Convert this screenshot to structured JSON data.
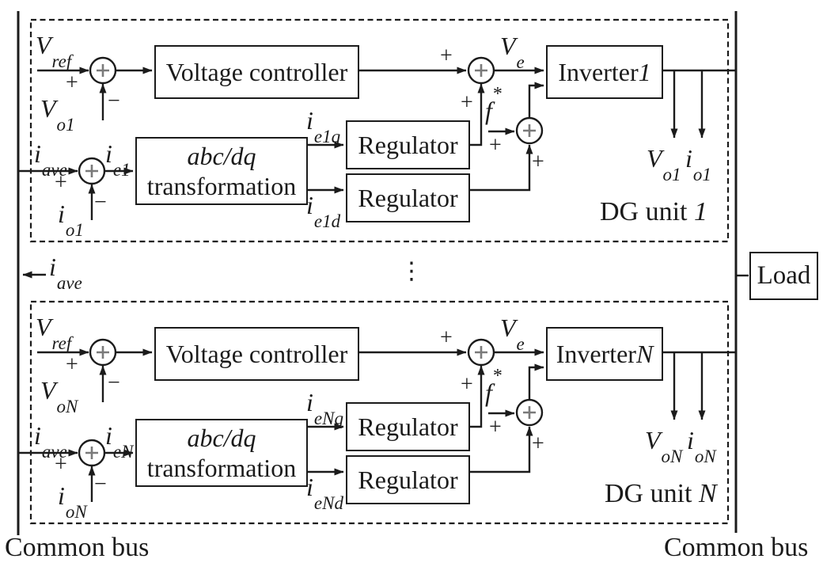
{
  "ops": {
    "plus": "+",
    "minus": "−"
  },
  "ellipsis": "⋮",
  "bus": {
    "left_label": "Common bus",
    "right_label": "Common bus"
  },
  "load": {
    "label": "Load"
  },
  "i_ave_mid": {
    "base": "i",
    "sub": "ave"
  },
  "units": [
    {
      "dg_prefix": "DG unit ",
      "dg_suffix": "1",
      "blocks": {
        "voltage_controller": "Voltage controller",
        "transform_line1": "abc/dq",
        "transform_line2": "transformation",
        "regulator_q": "Regulator",
        "regulator_d": "Regulator",
        "inverter_prefix": "Inverter ",
        "inverter_suffix": "1"
      },
      "signals": {
        "v_ref": {
          "base": "V",
          "sub": "ref"
        },
        "v_o": {
          "base": "V",
          "sub": "o1"
        },
        "i_ave": {
          "base": "i",
          "sub": "ave"
        },
        "i_o": {
          "base": "i",
          "sub": "o1"
        },
        "i_e": {
          "base": "i",
          "sub": "e1"
        },
        "i_eq": {
          "base": "i",
          "sub": "e1q"
        },
        "i_ed": {
          "base": "i",
          "sub": "e1d"
        },
        "v_e": {
          "base": "V",
          "sub": "e"
        },
        "f_star": {
          "base": "f",
          "sup": "*"
        },
        "out_v": {
          "base": "V",
          "sub": "o1"
        },
        "out_i": {
          "base": "i",
          "sub": "o1"
        }
      }
    },
    {
      "dg_prefix": "DG unit ",
      "dg_suffix": "N",
      "blocks": {
        "voltage_controller": "Voltage controller",
        "transform_line1": "abc/dq",
        "transform_line2": "transformation",
        "regulator_q": "Regulator",
        "regulator_d": "Regulator",
        "inverter_prefix": "Inverter ",
        "inverter_suffix": "N"
      },
      "signals": {
        "v_ref": {
          "base": "V",
          "sub": "ref"
        },
        "v_o": {
          "base": "V",
          "sub": "oN"
        },
        "i_ave": {
          "base": "i",
          "sub": "ave"
        },
        "i_o": {
          "base": "i",
          "sub": "oN"
        },
        "i_e": {
          "base": "i",
          "sub": "eN"
        },
        "i_eq": {
          "base": "i",
          "sub": "eNq"
        },
        "i_ed": {
          "base": "i",
          "sub": "eNd"
        },
        "v_e": {
          "base": "V",
          "sub": "e"
        },
        "f_star": {
          "base": "f",
          "sup": "*"
        },
        "out_v": {
          "base": "V",
          "sub": "oN"
        },
        "out_i": {
          "base": "i",
          "sub": "oN"
        }
      }
    }
  ]
}
